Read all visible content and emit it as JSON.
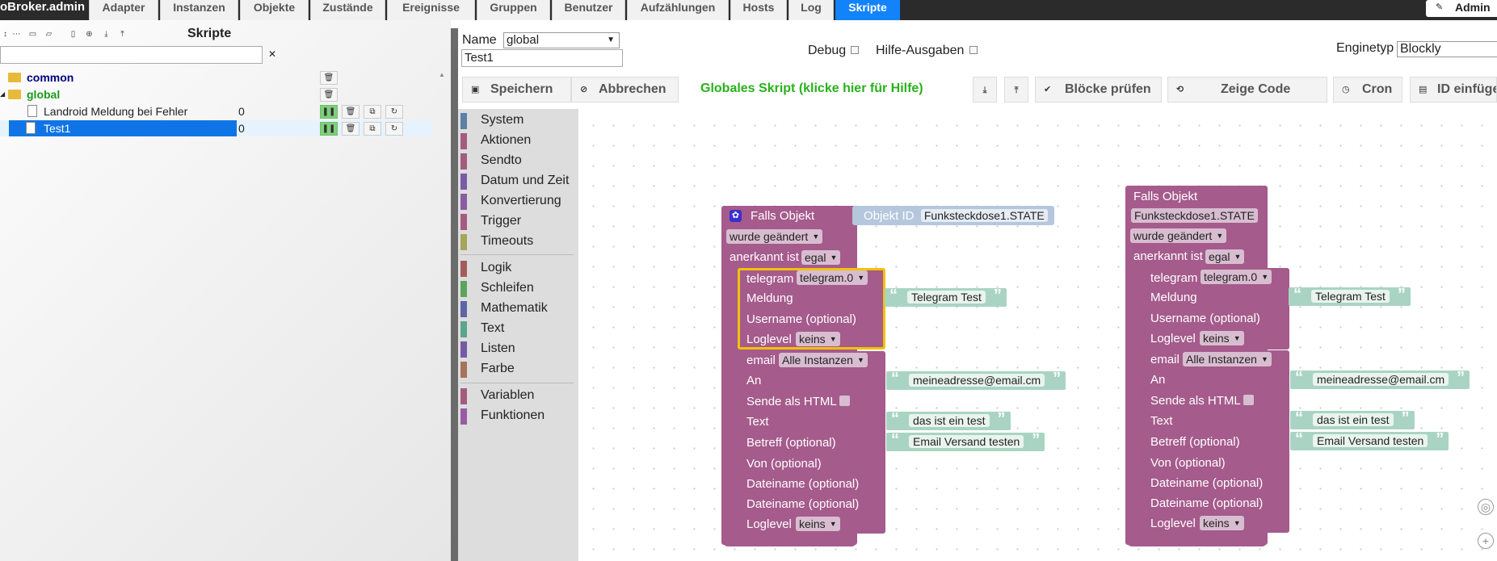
{
  "app": {
    "brand": "oBroker.admin",
    "user": "Admin"
  },
  "tabs": [
    "Adapter",
    "Instanzen",
    "Objekte",
    "Zustände",
    "Ereignisse",
    "Gruppen",
    "Benutzer",
    "Aufzählungen",
    "Hosts",
    "Log",
    "Skripte"
  ],
  "left": {
    "title": "Skripte",
    "tree": [
      {
        "name": "common",
        "kind": "folder",
        "color": "#000080"
      },
      {
        "name": "global",
        "kind": "folder",
        "color": "#1a9b1a"
      },
      {
        "name": "Landroid Meldung bei Fehler",
        "kind": "file",
        "count": "0"
      },
      {
        "name": "Test1",
        "kind": "file",
        "count": "0",
        "selected": true
      }
    ]
  },
  "editor": {
    "name_label": "Name",
    "name_select": "global",
    "script_name": "Test1",
    "debug_label": "Debug",
    "help_out_label": "Hilfe-Ausgaben",
    "engine_label": "Enginetyp",
    "engine_value": "Blockly",
    "buttons": {
      "save": "Speichern",
      "cancel": "Abbrechen",
      "check": "Blöcke prüfen",
      "code": "Zeige Code",
      "cron": "Cron",
      "id": "ID einfügen"
    },
    "global_hint": "Globales Skript (klicke hier für Hilfe)"
  },
  "toolbox": [
    {
      "label": "System",
      "color": "#5b80a5"
    },
    {
      "label": "Aktionen",
      "color": "#a55b80"
    },
    {
      "label": "Sendto",
      "color": "#a55b80"
    },
    {
      "label": "Datum und Zeit",
      "color": "#7b5ba5"
    },
    {
      "label": "Konvertierung",
      "color": "#8a5ba5"
    },
    {
      "label": "Trigger",
      "color": "#a55b80"
    },
    {
      "label": "Timeouts",
      "color": "#a5a55b"
    },
    {
      "label": "Logik",
      "color": "#a55b5b"
    },
    {
      "label": "Schleifen",
      "color": "#5ba55b"
    },
    {
      "label": "Mathematik",
      "color": "#5b67a5"
    },
    {
      "label": "Text",
      "color": "#5ba58c"
    },
    {
      "label": "Listen",
      "color": "#745ba5"
    },
    {
      "label": "Farbe",
      "color": "#a5745b"
    },
    {
      "label": "Variablen",
      "color": "#a55b80"
    },
    {
      "label": "Funktionen",
      "color": "#9a5ba5"
    }
  ],
  "blocks": {
    "left": {
      "header": "Falls Objekt",
      "objid_label": "Objekt ID",
      "objid_value": "Funksteckdose1.STATE",
      "changed": "wurde geändert",
      "ack_label": "anerkannt ist",
      "ack_value": "egal",
      "telegram": {
        "label": "telegram",
        "instance": "telegram.0",
        "msg_label": "Meldung",
        "msg": "Telegram Test",
        "user_label": "Username (optional)",
        "loglevel_label": "Loglevel",
        "loglevel": "keins"
      },
      "email": {
        "label": "email",
        "instance": "Alle Instanzen",
        "to_label": "An",
        "to": "meineadresse@email.cm",
        "html_label": "Sende als HTML",
        "text_label": "Text",
        "text": "das ist ein test",
        "subject_label": "Betreff (optional)",
        "subject": "Email Versand testen",
        "from_label": "Von (optional)",
        "file1_label": "Dateiname (optional)",
        "file2_label": "Dateiname (optional)",
        "loglevel_label": "Loglevel",
        "loglevel": "keins"
      }
    },
    "right": {
      "header": "Falls Objekt",
      "objid_value": "Funksteckdose1.STATE",
      "changed": "wurde geändert",
      "ack_label": "anerkannt ist",
      "ack_value": "egal",
      "telegram": {
        "label": "telegram",
        "instance": "telegram.0",
        "msg_label": "Meldung",
        "msg": "Telegram Test",
        "user_label": "Username (optional)",
        "loglevel_label": "Loglevel",
        "loglevel": "keins"
      },
      "email": {
        "label": "email",
        "instance": "Alle Instanzen",
        "to_label": "An",
        "to": "meineadresse@email.cm",
        "html_label": "Sende als HTML",
        "text_label": "Text",
        "text": "das ist ein test",
        "subject_label": "Betreff (optional)",
        "subject": "Email Versand testen",
        "from_label": "Von (optional)",
        "file1_label": "Dateiname (optional)",
        "file2_label": "Dateiname (optional)",
        "loglevel_label": "Loglevel",
        "loglevel": "keins"
      }
    }
  }
}
